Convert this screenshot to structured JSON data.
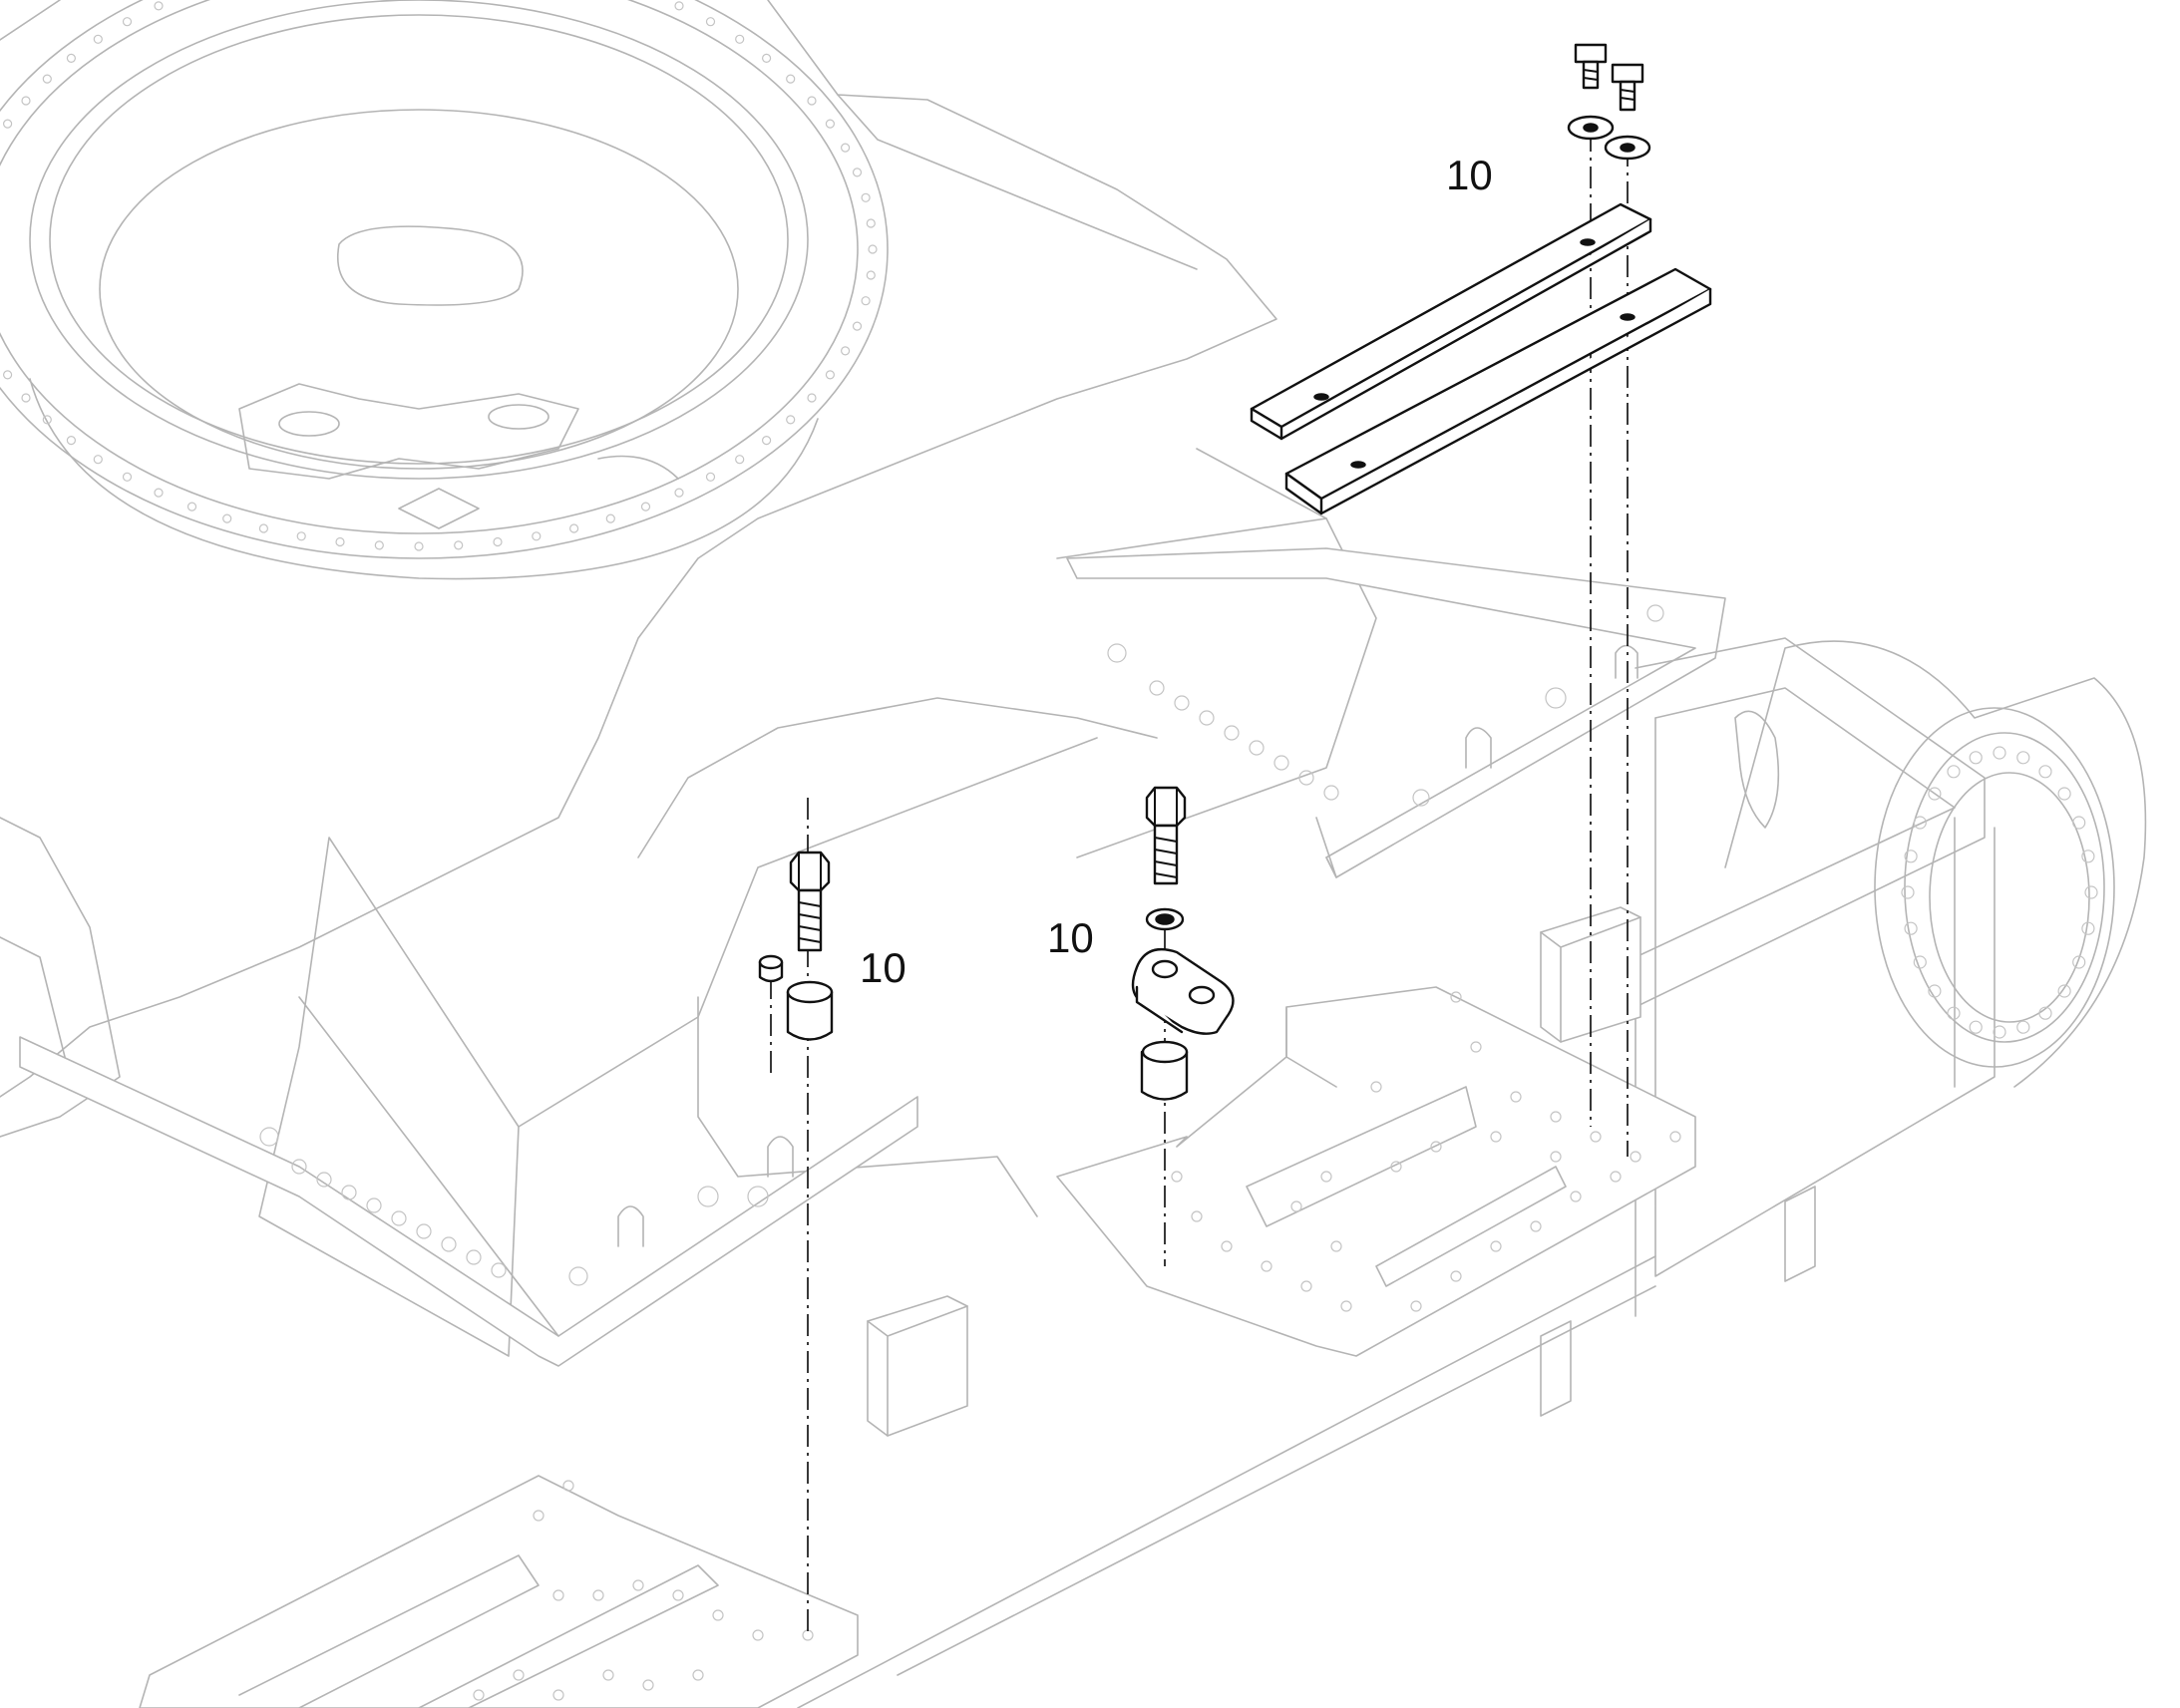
{
  "callouts": [
    {
      "id": "shim-plates",
      "label": "10"
    },
    {
      "id": "left-stop-assembly",
      "label": "10"
    },
    {
      "id": "center-stop-assembly",
      "label": "10"
    }
  ]
}
